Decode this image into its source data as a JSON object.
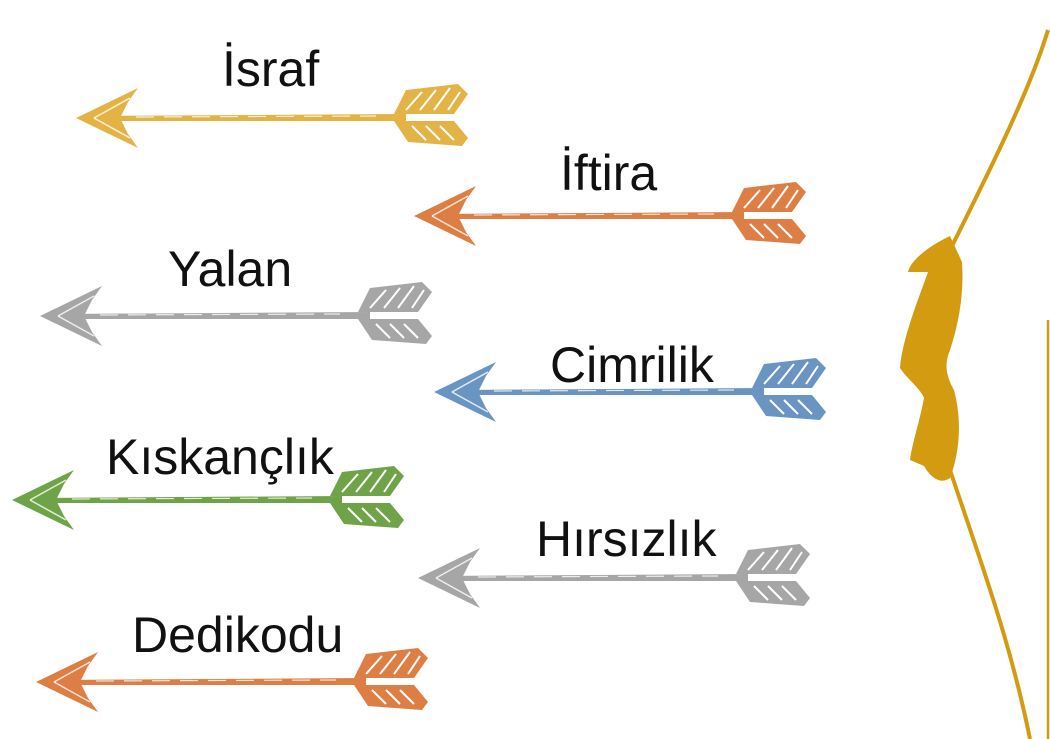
{
  "items": [
    {
      "label": "İsraf",
      "color": "#E3B445"
    },
    {
      "label": "İftira",
      "color": "#DD7F44"
    },
    {
      "label": "Yalan",
      "color": "#A6A6A6"
    },
    {
      "label": "Cimrilik",
      "color": "#6A95C2"
    },
    {
      "label": "Kıskançlık",
      "color": "#6FA348"
    },
    {
      "label": "Hırsızlık",
      "color": "#A6A6A6"
    },
    {
      "label": "Dedikodu",
      "color": "#DD7F44"
    }
  ],
  "bow": {
    "color": "#D39B10"
  }
}
